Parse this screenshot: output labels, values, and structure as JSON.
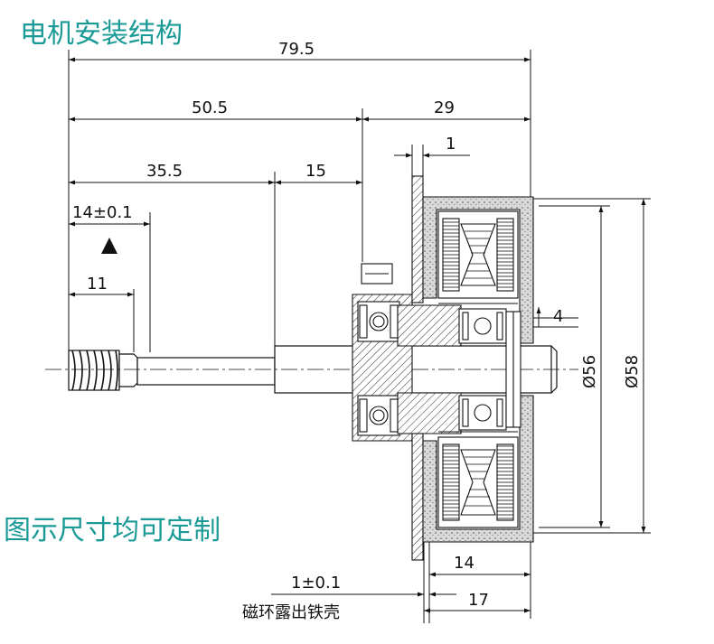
{
  "heading_top": "电机安装结构",
  "heading_mid": "图示尺寸均可定制",
  "dimensions": {
    "overall": "79.5",
    "d_50_5": "50.5",
    "d_29": "29",
    "d_35_5": "35.5",
    "d_15": "15",
    "d_1_top": "1",
    "d_14_tol": "14±0.1",
    "d_11": "11",
    "d_4": "4",
    "dia_56": "Ø56",
    "dia_58": "Ø58",
    "d_1_tol": "1±0.1",
    "d_14_bottom": "14",
    "d_17": "17"
  },
  "callout_note": "磁环露出铁壳",
  "colors": {
    "heading": "#1a9a96",
    "line": "#111111",
    "hatch_fill": "#c8c8c8"
  },
  "icons": {
    "datum_marker": "filled-triangle"
  }
}
